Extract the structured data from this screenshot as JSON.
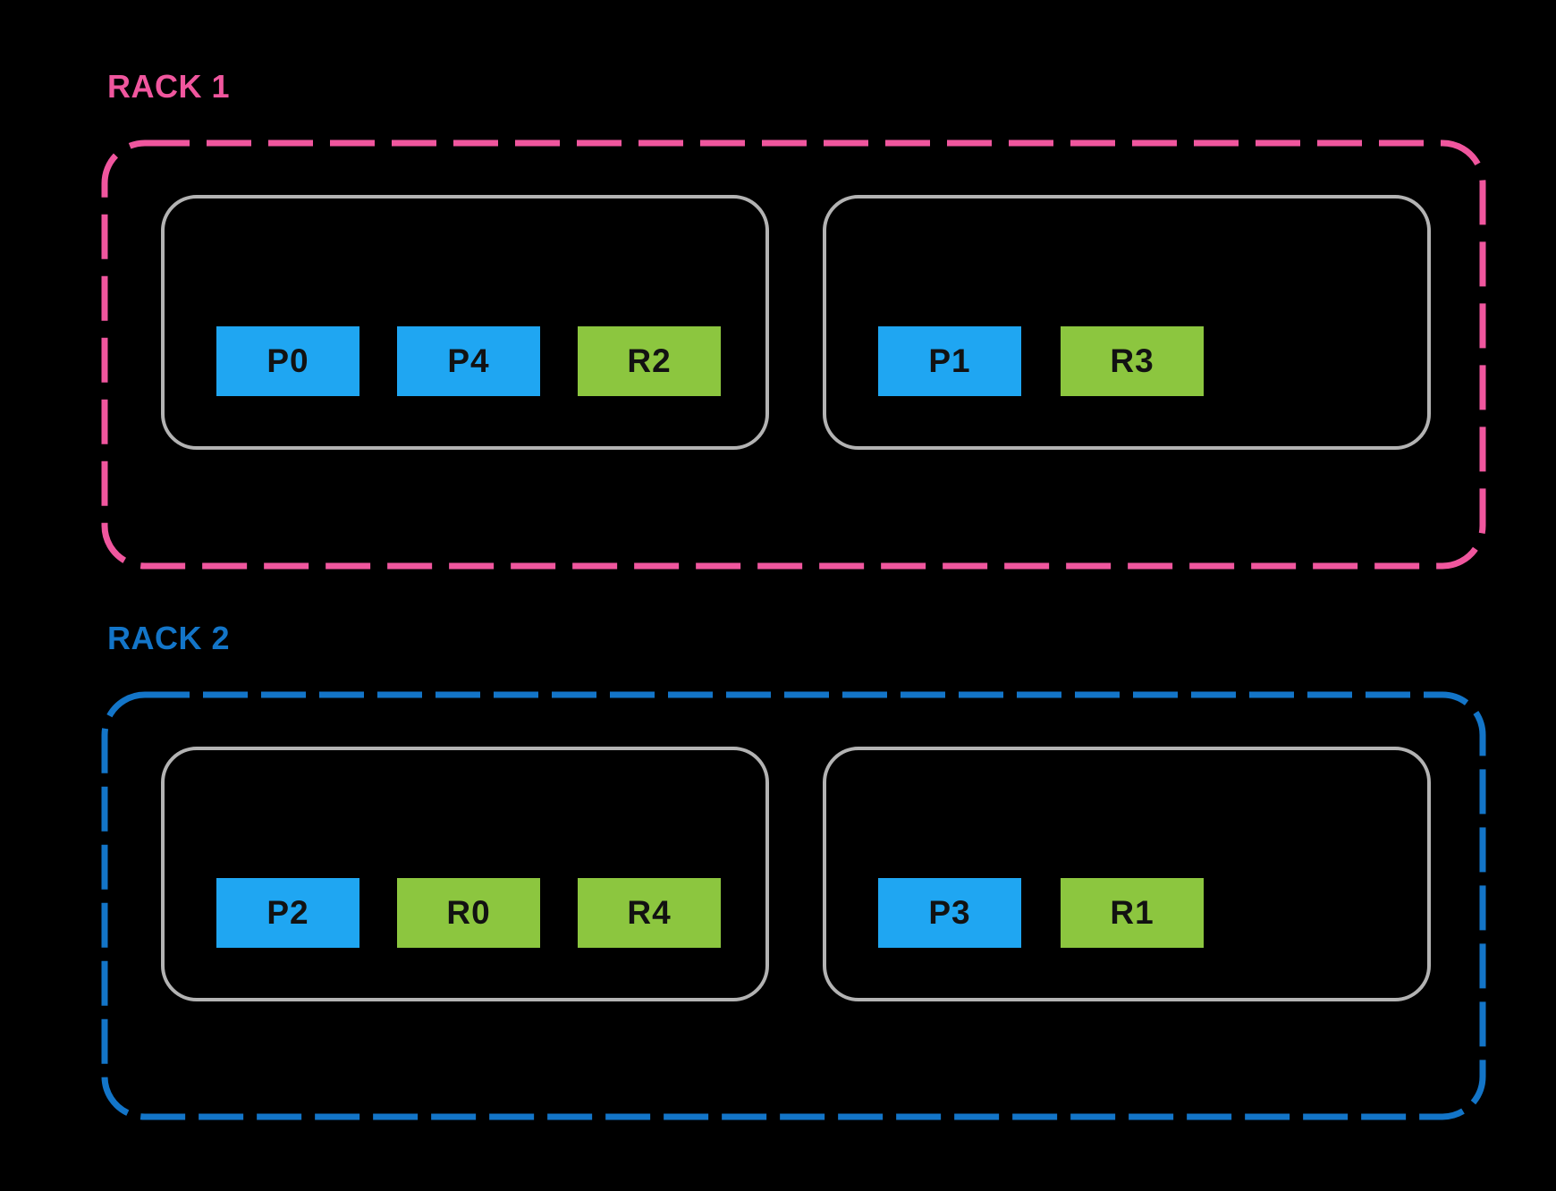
{
  "colors": {
    "background": "#000000",
    "rack1_accent": "#F0569E",
    "rack2_accent": "#1375C8",
    "host_border": "#B3B3B3",
    "chip_blue": "#1FA6F2",
    "chip_green": "#8CC63F",
    "chip_text": "#121212"
  },
  "racks": [
    {
      "label": "RACK 1",
      "accent": "#F0569E",
      "nodes": [
        {
          "chips": [
            {
              "label": "P0",
              "color": "#1FA6F2"
            },
            {
              "label": "P4",
              "color": "#1FA6F2"
            },
            {
              "label": "R2",
              "color": "#8CC63F"
            }
          ]
        },
        {
          "chips": [
            {
              "label": "P1",
              "color": "#1FA6F2"
            },
            {
              "label": "R3",
              "color": "#8CC63F"
            }
          ]
        }
      ]
    },
    {
      "label": "RACK 2",
      "accent": "#1375C8",
      "nodes": [
        {
          "chips": [
            {
              "label": "P2",
              "color": "#1FA6F2"
            },
            {
              "label": "R0",
              "color": "#8CC63F"
            },
            {
              "label": "R4",
              "color": "#8CC63F"
            }
          ]
        },
        {
          "chips": [
            {
              "label": "P3",
              "color": "#1FA6F2"
            },
            {
              "label": "R1",
              "color": "#8CC63F"
            }
          ]
        }
      ]
    }
  ]
}
